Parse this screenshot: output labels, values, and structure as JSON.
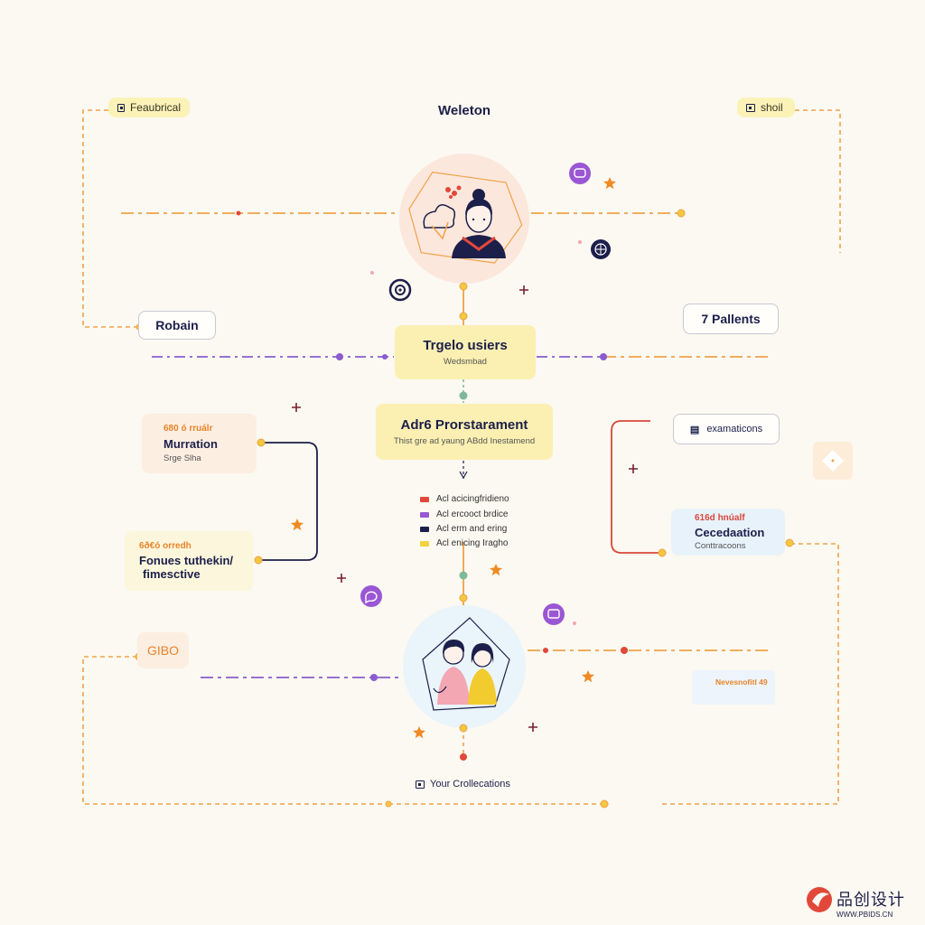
{
  "header": {
    "title": "Weleton",
    "left_tag": "Feaubrical",
    "right_tag": "shoil"
  },
  "nodes": {
    "robain": "Robain",
    "patients": "7 Pallents",
    "target": {
      "title": "Trgelo usiers",
      "subtitle": "Wedsmbad"
    },
    "program": {
      "title": "Adr6 Prorstarament",
      "subtitle": "Thist gre ad yaung ABdd Inestamend"
    },
    "murration": {
      "tag": "680 ó rruálr",
      "title": "Murration",
      "subtitle": "Srge Slha"
    },
    "fonues": {
      "tag": "6ð€ó orredh",
      "line1": "Fonues tuthekin/",
      "line2": "fimesctive"
    },
    "examinations": "examaticons",
    "ceceddation": {
      "tag": "616d hnúalf",
      "title": "Cecedaation",
      "subtitle": "Conttracoons"
    },
    "gibo": "GIBO",
    "collections": "Your Crollecations",
    "side_note": "Nevesnofitl 49"
  },
  "legend": [
    {
      "label": "Acl acicingfridieno",
      "color": "#e2483a"
    },
    {
      "label": "Acl ercooct brdice",
      "color": "#9a57d4"
    },
    {
      "label": "Acl erm and ering",
      "color": "#1c1f4a"
    },
    {
      "label": "Acl enicing Iragho",
      "color": "#f2d23e"
    }
  ],
  "colors": {
    "orange": "#f0a24a",
    "purple": "#8a5cd0",
    "navy": "#1c1f4a",
    "red": "#e14b3d",
    "yellow": "#f2c83e",
    "teal": "#7fb89a"
  },
  "icons": [
    "woman-avatar-icon",
    "couple-avatar-icon",
    "target-icon",
    "chat-bubble-icon",
    "globe-icon",
    "diamond-icon",
    "star-icon",
    "plus-icon"
  ],
  "watermark": {
    "brand": "品创设计",
    "url": "WWW.PBIDS.CN"
  }
}
